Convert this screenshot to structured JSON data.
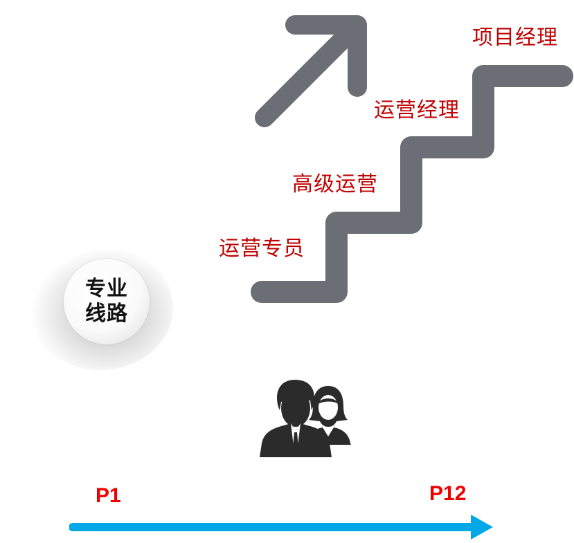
{
  "career_path": {
    "steps": [
      {
        "label": "运营专员"
      },
      {
        "label": "高级运营"
      },
      {
        "label": "运营经理"
      },
      {
        "label": "项目经理"
      }
    ],
    "stair_color": "#6b6e75",
    "label_color": "#c00000",
    "arrow_icon": "arrow-up-right-icon"
  },
  "badge": {
    "line1": "专业",
    "line2": "线路"
  },
  "people_icon": "people-icon",
  "axis": {
    "start_label": "P1",
    "end_label": "P12",
    "label_color": "#ee0000",
    "arrow_color": "#00a8e8"
  }
}
